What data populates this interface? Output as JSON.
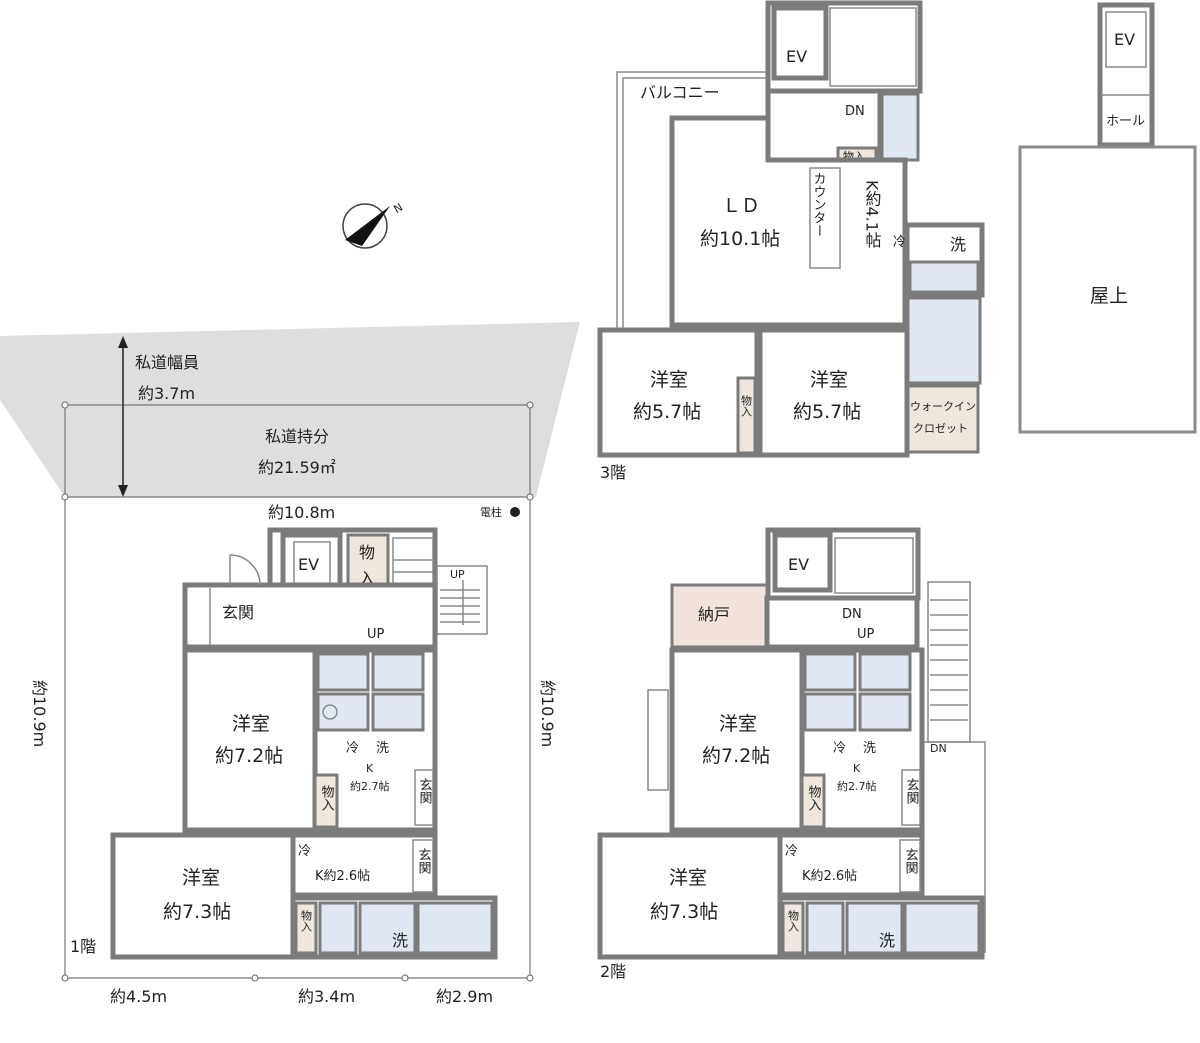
{
  "site": {
    "road_width_label": "私道幅員",
    "road_width_value": "約3.7m",
    "road_share_label": "私道持分",
    "road_share_value": "約21.59㎡",
    "frontage": "約10.8m",
    "utility_pole": "電柱",
    "depth_left": "約10.9m",
    "depth_right": "約10.9m",
    "bottom_dims": [
      "約4.5m",
      "約3.4m",
      "約2.9m"
    ],
    "compass": "N"
  },
  "floor1": {
    "label": "1階",
    "ev": "EV",
    "storage_top": [
      "物",
      "入"
    ],
    "up": "UP",
    "up_outer": "UP",
    "entrance": "玄関",
    "room1": {
      "name": "洋室",
      "size": "約7.2帖"
    },
    "room2": {
      "name": "洋室",
      "size": "約7.3帖"
    },
    "fridge": "冷",
    "washer": "洗",
    "kitchen1": {
      "name": "K",
      "size": "約2.7帖"
    },
    "kitchen2": "K約2.6帖",
    "storage": "物入",
    "entrance_small": "玄関"
  },
  "floor2": {
    "label": "2階",
    "ev": "EV",
    "closet": "納戸",
    "dn": "DN",
    "up": "UP",
    "dn_outer": "DN",
    "room1": {
      "name": "洋室",
      "size": "約7.2帖"
    },
    "room2": {
      "name": "洋室",
      "size": "約7.3帖"
    },
    "fridge": "冷",
    "washer": "洗",
    "kitchen1": {
      "name": "K",
      "size": "約2.7帖"
    },
    "kitchen2": "K約2.6帖",
    "storage": "物入",
    "entrance_small": "玄関"
  },
  "floor3": {
    "label": "3階",
    "ev": "EV",
    "balcony": "バルコニー",
    "dn": "DN",
    "storage": "物入",
    "ld": {
      "name": "ＬＤ",
      "size": "約10.1帖"
    },
    "counter": "カウンター",
    "kitchen": "K約4.1帖",
    "fridge": "冷",
    "washer": "洗",
    "room1": {
      "name": "洋室",
      "size": "約5.7帖"
    },
    "room2": {
      "name": "洋室",
      "size": "約5.7帖"
    },
    "walk_in_closet": [
      "ウォークイン",
      "クロゼット"
    ]
  },
  "rooftop": {
    "ev": "EV",
    "hall": "ホール",
    "roof": "屋上"
  }
}
